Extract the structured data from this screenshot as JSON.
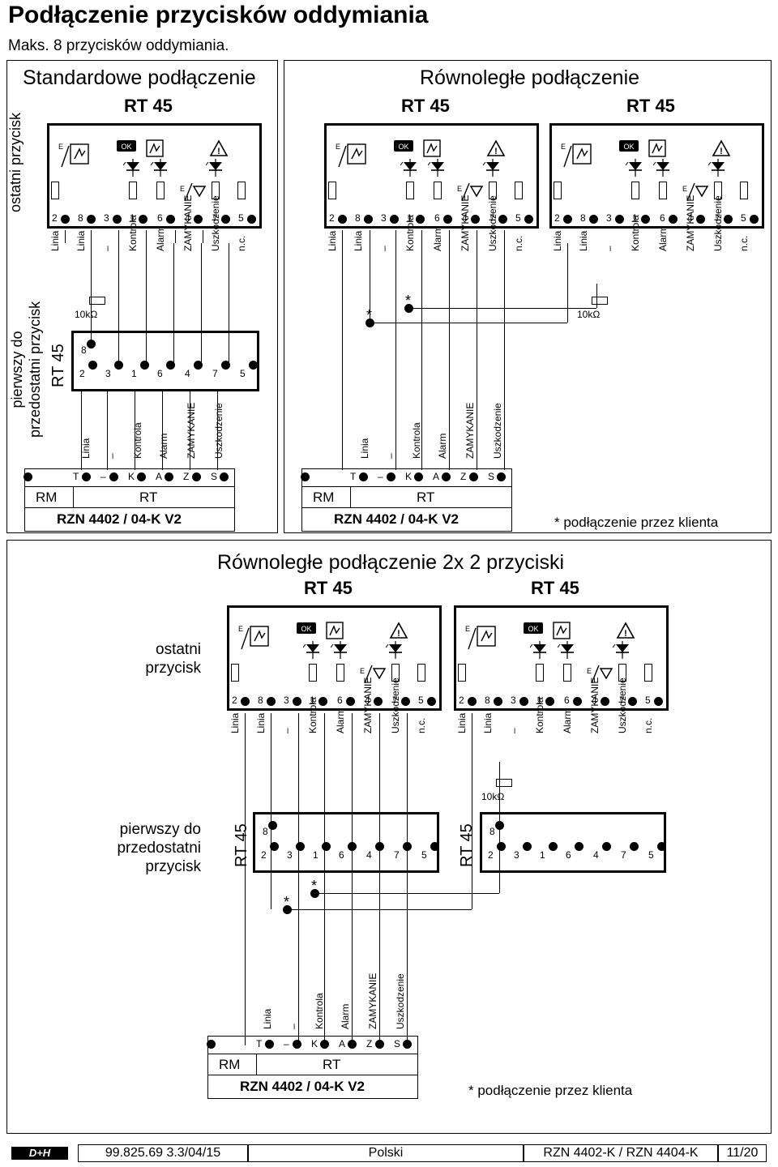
{
  "header": {
    "title": "Podłączenie przycisków oddymiania",
    "subtitle": "Maks. 8 przycisków oddymiania."
  },
  "sections": {
    "standard": "Standardowe podłączenie",
    "parallel": "Równoległe podłączenie",
    "parallel2x2": "Równoległe podłączenie 2x 2 przyciski"
  },
  "device": {
    "name": "RT 45",
    "terminals": [
      "2",
      "8",
      "3",
      "1",
      "6",
      "4",
      "7",
      "5"
    ],
    "terminal_labels": [
      "Linia",
      "Linia",
      "–",
      "Kontrola",
      "Alarm",
      "ZAMYKANIE",
      "Uszkodzenie",
      "n.c."
    ],
    "resistor": "10kΩ",
    "ok_label": "OK",
    "warn_glyph": "!",
    "e_label": "E"
  },
  "first_device": {
    "name": "RT 45",
    "pin8": "8",
    "terminals": [
      "2",
      "3",
      "1",
      "6",
      "4",
      "7",
      "5"
    ],
    "labels": [
      "Linia",
      "–",
      "Kontrola",
      "Alarm",
      "ZAMYKANIE",
      "Uszkodzenie"
    ]
  },
  "controller": {
    "name": "RZN 4402 / 04-K V2",
    "rm": "RM",
    "rt": "RT",
    "terminals": [
      "T",
      "–",
      "K",
      "A",
      "Z",
      "S"
    ]
  },
  "side_labels": {
    "last": "ostatni przycisk",
    "first": "pierwszy do\nprzedostatni przycisk",
    "last2": "ostatni\nprzycisk",
    "first2": "pierwszy do\nprzedostatni\nprzycisk"
  },
  "note": "* podłączenie przez klienta",
  "asterisk": "*",
  "footer": {
    "logo": "D+H",
    "doc": "99.825.69 3.3/04/15",
    "language": "Polski",
    "product": "RZN 4402-K / RZN 4404-K",
    "page": "11/20"
  }
}
